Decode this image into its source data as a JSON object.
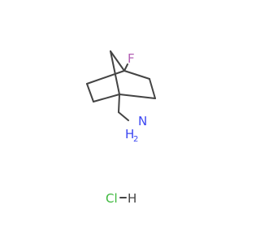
{
  "molecule": {
    "atoms": [
      {
        "id": "F",
        "label": "F",
        "color": "#b35fb4"
      },
      {
        "id": "N",
        "label": "N",
        "color": "#3b46f2"
      },
      {
        "id": "H_N",
        "label": "H",
        "color": "#3b46f2"
      },
      {
        "id": "H2_N",
        "label": "2",
        "color": "#3b46f2"
      },
      {
        "id": "Cl",
        "label": "Cl",
        "color": "#3cb83c"
      },
      {
        "id": "H_Cl",
        "label": "H",
        "color": "#444444"
      }
    ],
    "bond_color": "#444444"
  }
}
